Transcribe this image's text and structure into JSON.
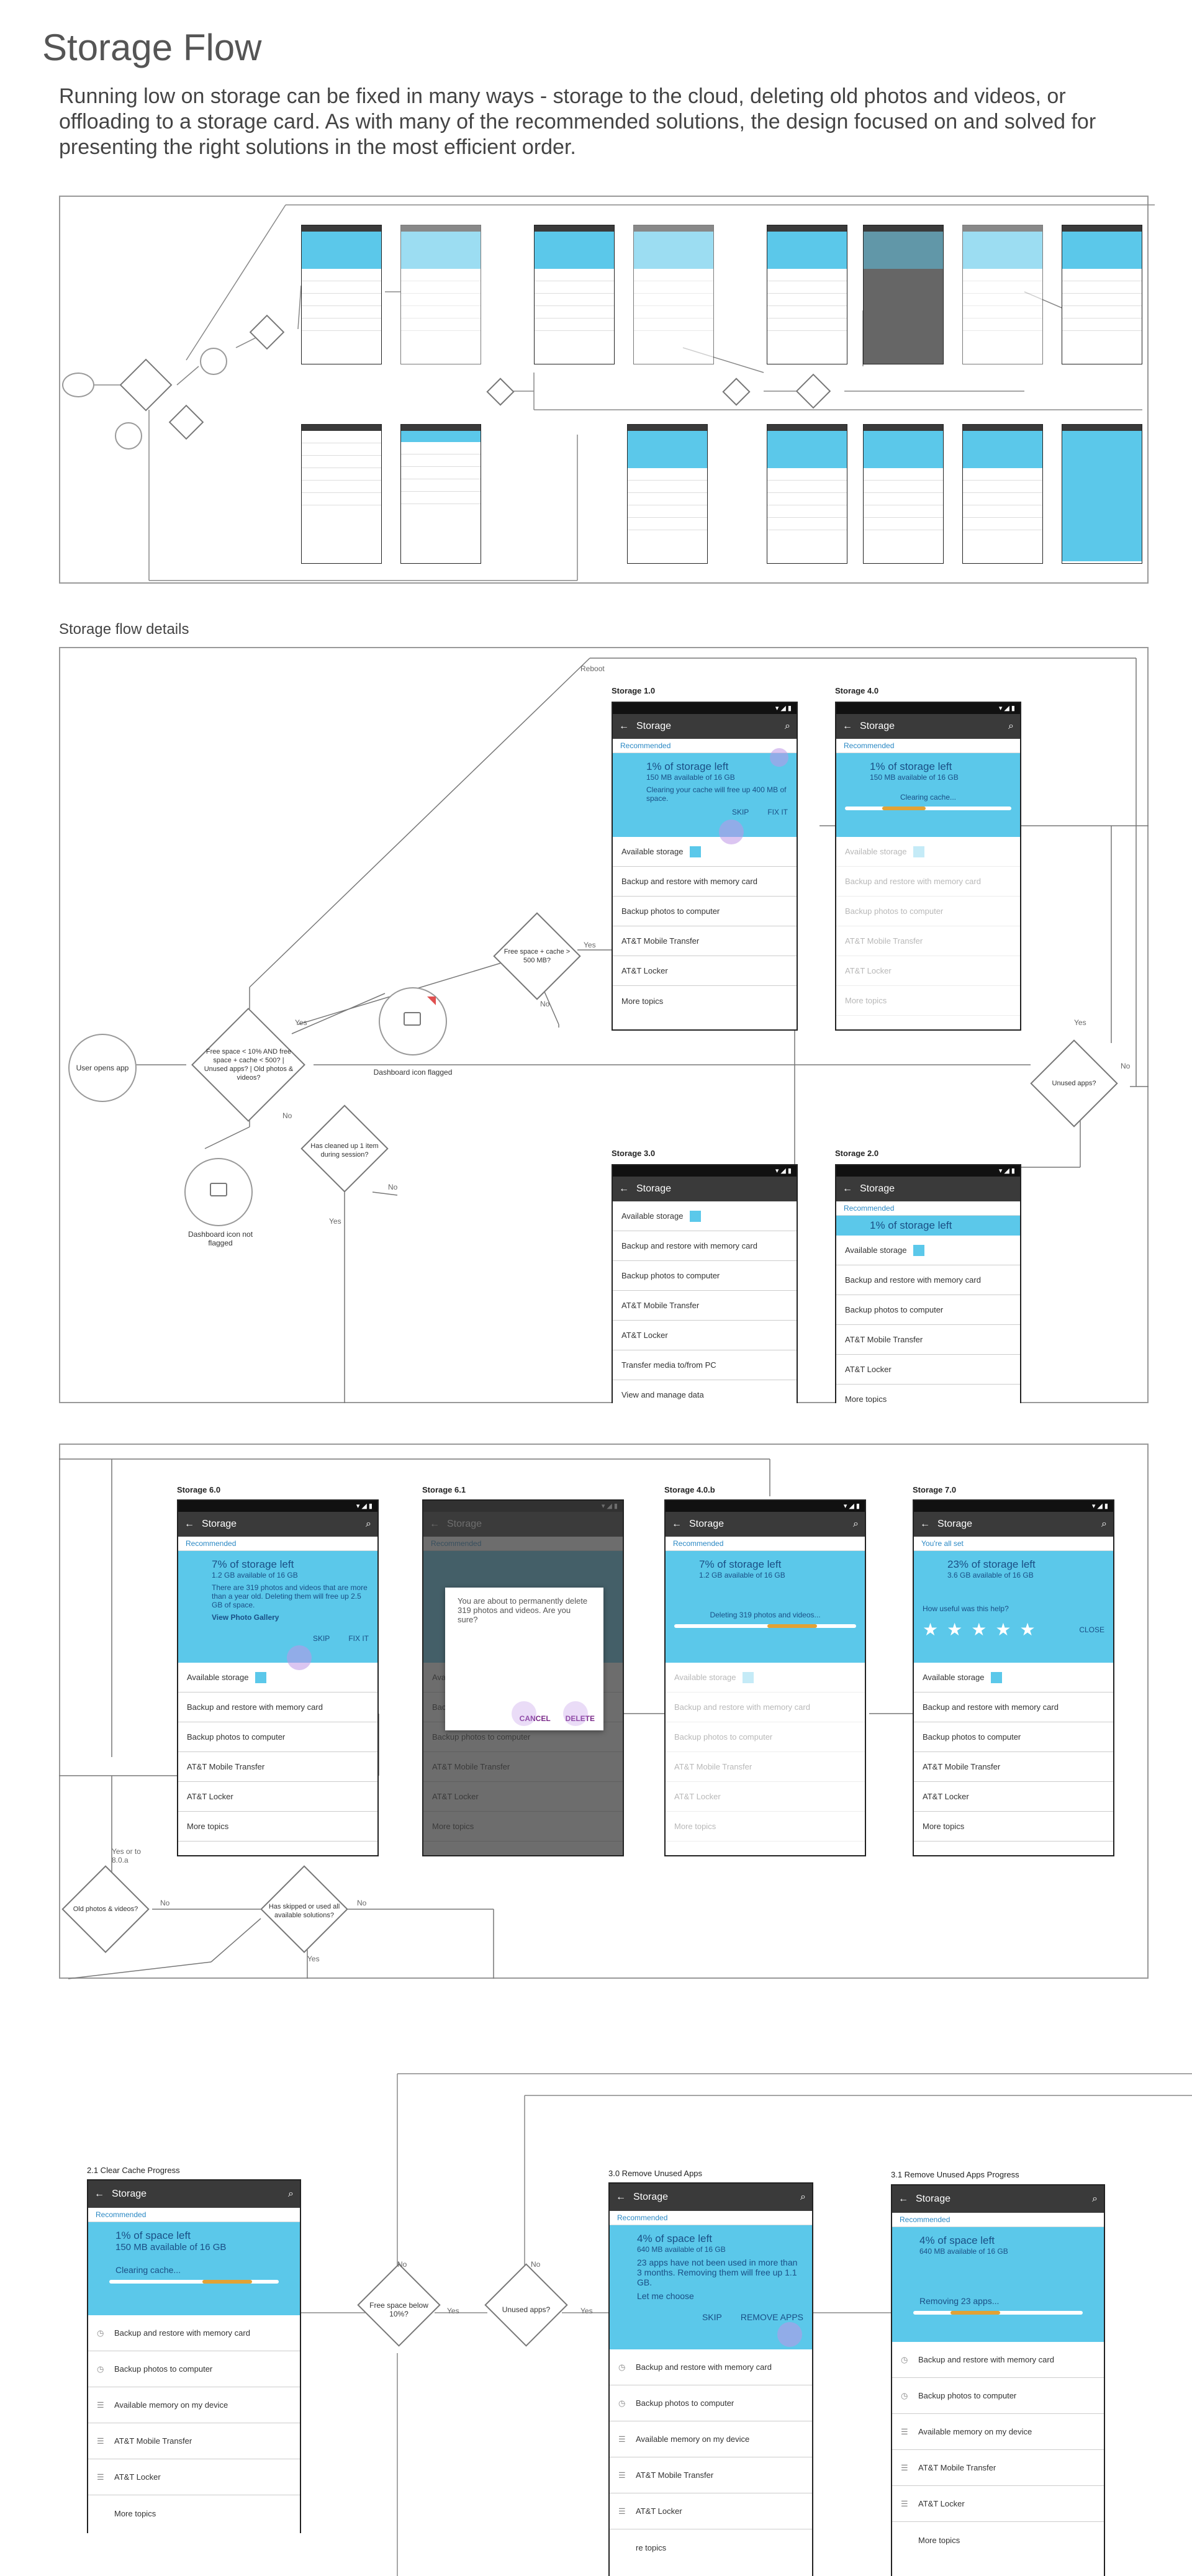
{
  "page": {
    "title": "Storage Flow",
    "intro": "Running low on storage can be fixed in many ways - storage to the cloud, deleting old photos and videos, or offloading to a storage card. As with many of the recommended solutions, the design focused on and solved for presenting the right solutions in the most efficient order.",
    "section2_title": "Storage flow details"
  },
  "common": {
    "app_title": "Storage",
    "recommended": "Recommended",
    "rows": {
      "available": "Available storage",
      "backup_card": "Backup and restore with memory card",
      "backup_computer": "Backup photos to computer",
      "mobile_transfer": "AT&T Mobile Transfer",
      "locker": "AT&T Locker",
      "more": "More topics",
      "transfer_media": "Transfer media to/from PC",
      "view_manage": "View and manage data",
      "available_memory": "Available memory on my device"
    }
  },
  "flow": {
    "reboot": "Reboot",
    "user_opens": "User opens app",
    "decision_main": "Free space < 10% AND free space + cache < 500? | Unused apps? | Old photos & videos?",
    "decision_cache": "Free space + cache > 500 MB?",
    "decision_cleaned": "Has cleaned up 1 item during session?",
    "decision_unused": "Unused apps?",
    "dash_flagged": "Dashboard icon flagged",
    "dash_not_flagged": "Dashboard icon not flagged",
    "yes": "Yes",
    "no": "No",
    "yes_or": "Yes or to 8.0.a",
    "decision_old_photos": "Old photos & videos?",
    "decision_skipped": "Has skipped or used all available solutions?",
    "decision_free_below": "Free space below 10%?"
  },
  "screens": {
    "s10": {
      "label": "Storage 1.0",
      "h": "1% of storage left",
      "s": "150 MB available of 16 GB",
      "body": "Clearing your cache will free up 400 MB of space.",
      "skip": "SKIP",
      "fix": "FIX IT"
    },
    "s40": {
      "label": "Storage 4.0",
      "h": "1% of storage left",
      "s": "150 MB available of 16 GB",
      "progress": "Clearing cache..."
    },
    "s30": {
      "label": "Storage 3.0"
    },
    "s20": {
      "label": "Storage 2.0",
      "h": "1% of storage left"
    },
    "s60": {
      "label": "Storage 6.0",
      "h": "7% of storage left",
      "s": "1.2 GB available of 16 GB",
      "body": "There are 319 photos and videos that are more than a year old. Deleting them will free up 2.5 GB of space.",
      "link": "View Photo Gallery",
      "skip": "SKIP",
      "fix": "FIX IT"
    },
    "s61": {
      "label": "Storage 6.1",
      "dialog": "You are about to permanently delete 319 photos and videos. Are you sure?",
      "cancel": "CANCEL",
      "delete": "DELETE"
    },
    "s40b": {
      "label": "Storage 4.0.b",
      "h": "7% of storage left",
      "s": "1.2 GB available of 16 GB",
      "progress": "Deleting 319 photos and videos..."
    },
    "s70": {
      "label": "Storage 7.0",
      "rec": "You're all set",
      "h": "23% of storage left",
      "s": "3.6 GB available of 16 GB",
      "q": "How useful was this help?",
      "close": "CLOSE"
    },
    "c21": {
      "label": "2.1 Clear Cache Progress",
      "h": "1% of space left",
      "s": "150 MB available of 16 GB",
      "progress": "Clearing cache..."
    },
    "c30": {
      "label": "3.0 Remove Unused Apps",
      "h": "4% of space left",
      "s": "640 MB available of 16 GB",
      "body": "23 apps have not been used in more than 3 months. Removing them will free up 1.1 GB.",
      "link": "Let me choose",
      "skip": "SKIP",
      "remove": "REMOVE APPS",
      "more": "re topics"
    },
    "c31": {
      "label": "3.1 Remove Unused Apps Progress",
      "h": "4% of space left",
      "s": "640 MB available of 16 GB",
      "progress": "Removing 23 apps..."
    }
  },
  "chart_data": {
    "type": "table"
  },
  "colors": {
    "card": "#5bc8ea",
    "appbar": "#3a3a3a",
    "progress": "#e2a235"
  }
}
